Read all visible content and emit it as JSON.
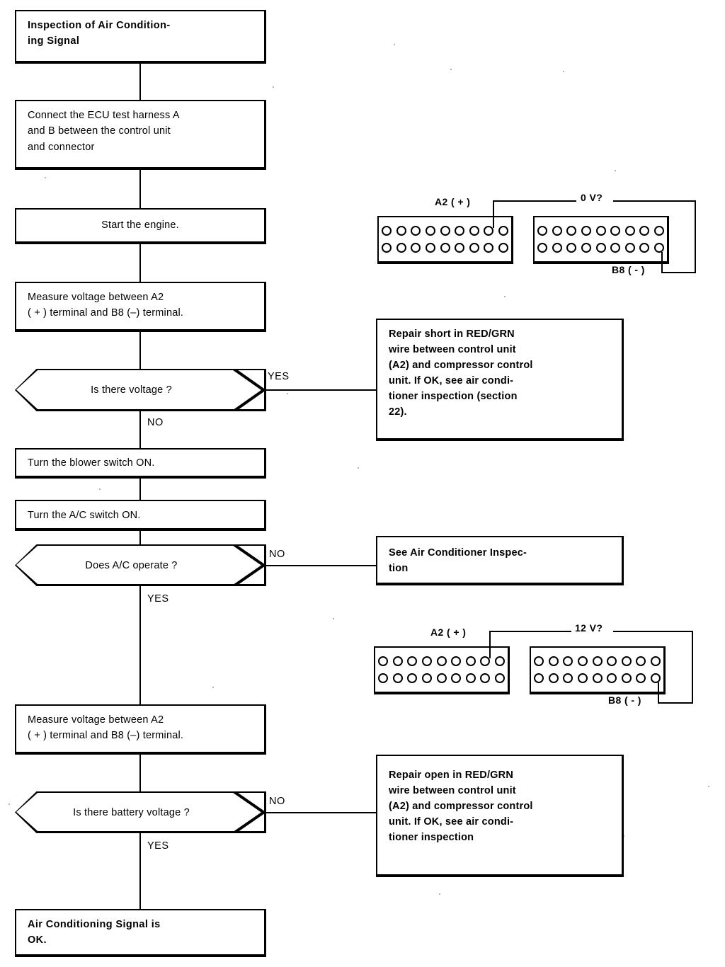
{
  "diagram": {
    "title": "Inspection of Air Conditioning Signal",
    "type": "troubleshooting-flowchart"
  },
  "nodes": {
    "start": {
      "id": "start",
      "shape": "terminal",
      "text": "Inspection of Air Condition-\ning Signal"
    },
    "connect_harness": {
      "id": "connect_harness",
      "shape": "process",
      "text": "Connect the ECU test harness A\nand B between the control unit\nand connector"
    },
    "start_engine": {
      "id": "start_engine",
      "shape": "process",
      "text": "Start the engine."
    },
    "measure_voltage_1": {
      "id": "measure_voltage_1",
      "shape": "process",
      "text": "Measure  voltage  between  A2\n( + ) terminal and B8 (–) terminal."
    },
    "decision_voltage": {
      "id": "decision_voltage",
      "shape": "decision",
      "text": "Is there voltage ?"
    },
    "repair_short": {
      "id": "repair_short",
      "shape": "process",
      "text": "Repair  short  in  RED/GRN\nwire  between  control  unit\n(A2) and compressor control\nunit. If OK, see air condi-\ntioner  inspection  (section\n22)."
    },
    "blower_on": {
      "id": "blower_on",
      "shape": "process",
      "text": "Turn the blower switch ON."
    },
    "ac_switch_on": {
      "id": "ac_switch_on",
      "shape": "process",
      "text": "Turn the A/C switch ON."
    },
    "decision_ac_operate": {
      "id": "decision_ac_operate",
      "shape": "decision",
      "text": "Does A/C operate ?"
    },
    "see_ac_inspection": {
      "id": "see_ac_inspection",
      "shape": "process",
      "text": "See Air Conditioner Inspec-\ntion"
    },
    "measure_voltage_2": {
      "id": "measure_voltage_2",
      "shape": "process",
      "text": "Measure  voltage  between  A2\n( + ) terminal and B8 (–) terminal."
    },
    "decision_battery_voltage": {
      "id": "decision_battery_voltage",
      "shape": "decision",
      "text": "Is there battery voltage ?"
    },
    "repair_open": {
      "id": "repair_open",
      "shape": "process",
      "text": "Repair  open  in  RED/GRN\nwire  between  control  unit\n(A2) and compressor control\nunit. If OK, see air condi-\ntioner  inspection"
    },
    "signal_ok": {
      "id": "signal_ok",
      "shape": "terminal",
      "text": "Air  Conditioning  Signal  is\nOK."
    }
  },
  "branch_labels": {
    "voltage_yes": "YES",
    "voltage_no": "NO",
    "ac_no": "NO",
    "ac_yes": "YES",
    "battery_no": "NO",
    "battery_yes": "YES"
  },
  "connector_diagrams": [
    {
      "id": "connector-diagram-0v",
      "measurement": "0 V?",
      "positive_terminal": "A2 ( + )",
      "negative_terminal": "B8 ( - )",
      "blocks": [
        {
          "name": "harness-a",
          "rows": 2,
          "pins_per_row": 9,
          "probe_row": 0,
          "probe_pin": 8
        },
        {
          "name": "harness-b",
          "rows": 2,
          "pins_per_row": 9,
          "probe_row": 1,
          "probe_pin": 9
        }
      ]
    },
    {
      "id": "connector-diagram-12v",
      "measurement": "12 V?",
      "positive_terminal": "A2 ( + )",
      "negative_terminal": "B8 ( - )",
      "blocks": [
        {
          "name": "harness-a",
          "rows": 2,
          "pins_per_row": 9,
          "probe_row": 0,
          "probe_pin": 8
        },
        {
          "name": "harness-b",
          "rows": 2,
          "pins_per_row": 9,
          "probe_row": 1,
          "probe_pin": 9
        }
      ]
    }
  ],
  "colors": {
    "ink": "#000000",
    "paper": "#ffffff"
  }
}
